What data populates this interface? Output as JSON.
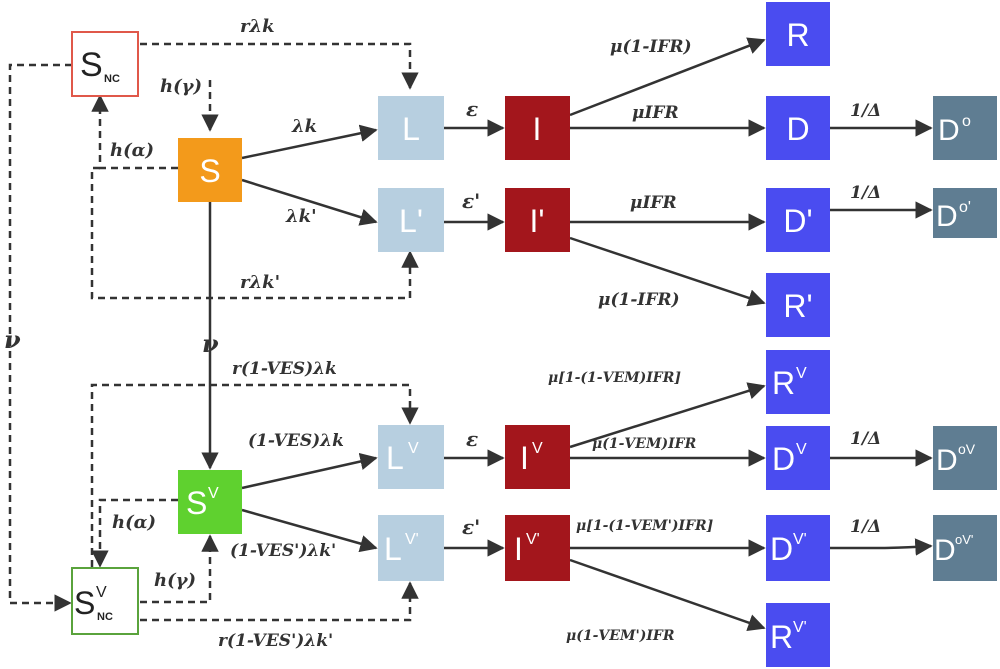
{
  "nodes": {
    "snc": {
      "main": "S",
      "sub": "NC",
      "sup": ""
    },
    "s": {
      "main": "S",
      "sub": "",
      "sup": ""
    },
    "l": {
      "main": "L",
      "sub": "",
      "sup": ""
    },
    "lp": {
      "main": "L'",
      "sub": "",
      "sup": ""
    },
    "i": {
      "main": "I",
      "sub": "",
      "sup": ""
    },
    "ip": {
      "main": "I'",
      "sub": "",
      "sup": ""
    },
    "r": {
      "main": "R",
      "sub": "",
      "sup": ""
    },
    "d": {
      "main": "D",
      "sub": "",
      "sup": ""
    },
    "dp": {
      "main": "D'",
      "sub": "",
      "sup": ""
    },
    "rp": {
      "main": "R'",
      "sub": "",
      "sup": ""
    },
    "do": {
      "main": "D",
      "sub": "",
      "sup": "o"
    },
    "dop": {
      "main": "D",
      "sub": "",
      "sup": "o'"
    },
    "sv": {
      "main": "S",
      "sub": "",
      "sup": "V"
    },
    "svnc": {
      "main": "S",
      "sub": "NC",
      "sup": "V"
    },
    "lv": {
      "main": "L",
      "sub": "",
      "sup": "V"
    },
    "lvp": {
      "main": "L",
      "sub": "",
      "sup": "V'"
    },
    "iv": {
      "main": "I",
      "sub": "",
      "sup": "V"
    },
    "ivp": {
      "main": "I",
      "sub": "",
      "sup": "V'"
    },
    "rv": {
      "main": "R",
      "sub": "",
      "sup": "V"
    },
    "dv": {
      "main": "D",
      "sub": "",
      "sup": "V"
    },
    "dvp": {
      "main": "D",
      "sub": "",
      "sup": "V'"
    },
    "rvp": {
      "main": "R",
      "sub": "",
      "sup": "V'"
    },
    "dov": {
      "main": "D",
      "sub": "",
      "sup": "oV"
    },
    "dovp": {
      "main": "D",
      "sub": "",
      "sup": "oV'"
    }
  },
  "labels": {
    "r_lambda_k": "rλk",
    "r_lambda_k_prime": "rλk'",
    "h_gamma_top": "h(γ)",
    "h_alpha_top": "h(α)",
    "lambda_k": "λk",
    "lambda_k_prime": "λk'",
    "eps": "ε",
    "eps_prime": "ε'",
    "mu_1_ifr": "μ(1-IFR)",
    "mu_ifr": "μIFR",
    "mu_ifr_2": "μIFR",
    "mu_1_ifr_2": "μ(1-IFR)",
    "inv_delta_1": "1/Δ",
    "inv_delta_2": "1/Δ",
    "nu_left": "ν",
    "nu_mid": "ν",
    "r_ves_lambda_k": "r(1-VES)λk",
    "ves_lambda_k": "(1-VES)λk",
    "ves_prime_lambda_k_prime": "(1-VES')λk'",
    "h_alpha_bottom": "h(α)",
    "h_gamma_bottom": "h(γ)",
    "r_ves_prime_lambda_k_prime": "r(1-VES')λk'",
    "eps_v": "ε",
    "eps_v_prime": "ε'",
    "mu_1_vem_ifr_a": "μ[1-(1-VEM)IFR]",
    "mu_vem_ifr": "μ(1-VEM)IFR",
    "mu_1_vem_prime_ifr": "μ[1-(1-VEM')IFR]",
    "mu_vem_prime_ifr": "μ(1-VEM')IFR",
    "inv_delta_3": "1/Δ",
    "inv_delta_4": "1/Δ"
  },
  "colors": {
    "orange": "#f39a1b",
    "green": "#5fd12f",
    "light_blue": "#b7cfe0",
    "dark_red": "#a3161c",
    "blue": "#4a4cf0",
    "slate": "#5f7d92",
    "snc_border": "#e0584a",
    "svnc_border": "#5aa33c",
    "edge": "#333333"
  }
}
